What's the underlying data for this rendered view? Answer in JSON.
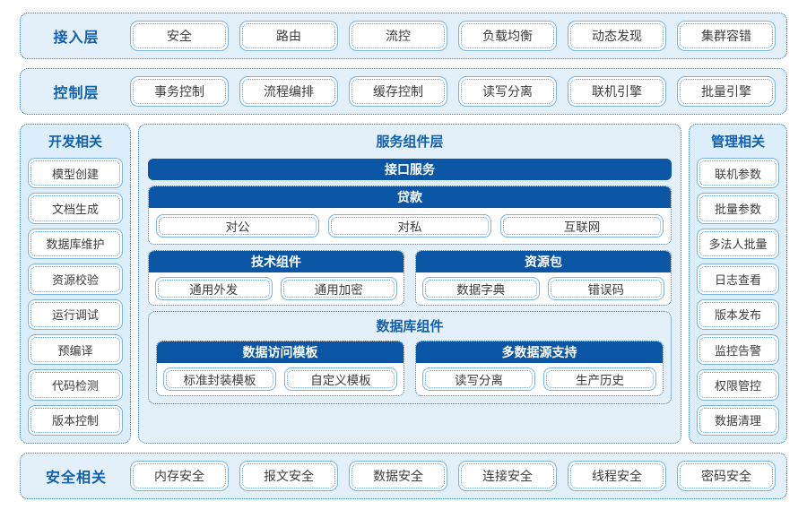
{
  "bands": [
    {
      "label": "接入层",
      "items": [
        "安全",
        "路由",
        "流控",
        "负载均衡",
        "动态发现",
        "集群容错"
      ]
    },
    {
      "label": "控制层",
      "items": [
        "事务控制",
        "流程编排",
        "缓存控制",
        "读写分离",
        "联机引擎",
        "批量引擎"
      ]
    }
  ],
  "footer": {
    "label": "安全相关",
    "items": [
      "内存安全",
      "报文安全",
      "数据安全",
      "连接安全",
      "线程安全",
      "密码安全"
    ]
  },
  "left_sidebar": {
    "title": "开发相关",
    "items": [
      "模型创建",
      "文档生成",
      "数据库维护",
      "资源校验",
      "运行调试",
      "预编译",
      "代码检测",
      "版本控制"
    ]
  },
  "right_sidebar": {
    "title": "管理相关",
    "items": [
      "联机参数",
      "批量参数",
      "多法人批量",
      "日志查看",
      "版本发布",
      "监控告警",
      "权限管控",
      "数据清理"
    ]
  },
  "center": {
    "title": "服务组件层",
    "interface_service": "接口服务",
    "loan": {
      "title": "贷款",
      "items": [
        "对公",
        "对私",
        "互联网"
      ]
    },
    "tech_component": {
      "title": "技术组件",
      "items": [
        "通用外发",
        "通用加密"
      ]
    },
    "resource_package": {
      "title": "资源包",
      "items": [
        "数据字典",
        "错误码"
      ]
    },
    "database_group": {
      "title": "数据库组件",
      "data_access_template": {
        "title": "数据访问模板",
        "items": [
          "标准封装模板",
          "自定义模板"
        ]
      },
      "multi_datasource": {
        "title": "多数据源支持",
        "items": [
          "读写分离",
          "生产历史"
        ]
      }
    }
  },
  "colors": {
    "panel_bg": "#e3f0fa",
    "panel_border": "#2f78c4",
    "header_blue": "#0b56a4",
    "title_blue": "#1160ae",
    "pill_border": "#7ab3e0",
    "sidebar_bg": "#ddeefb"
  }
}
